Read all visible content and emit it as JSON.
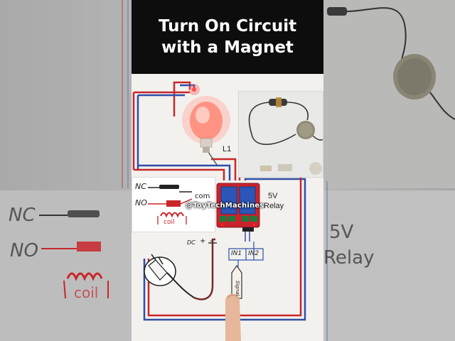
{
  "video": {
    "title": "Turn On Circuit with a Magnet",
    "watermark": "@ToyTechMachines"
  },
  "diagram": {
    "bulb_label": "L1",
    "relay_label_line1": "5V",
    "relay_label_line2": "Relay",
    "nc_label": "NC",
    "no_label": "NO",
    "com_label": "com",
    "coil_label": "coil",
    "dc_label": "DC",
    "plus_label": "+",
    "minus_label": "-",
    "in1_label": "IN1",
    "in2_label": "IN2",
    "signal_label": "Signal"
  },
  "background_left": {
    "nc_label": "NC",
    "no_label": "NO",
    "coil_label": "coil"
  },
  "background_right": {
    "relay_label_line1": "5V",
    "relay_label_line2": "Relay"
  },
  "colors": {
    "wire_red": "#c8262b",
    "wire_blue": "#2f4ea8",
    "relay_board": "#c8232c",
    "relay_module": "#2b56b8",
    "bulb_glow": "#ff8a7a"
  }
}
